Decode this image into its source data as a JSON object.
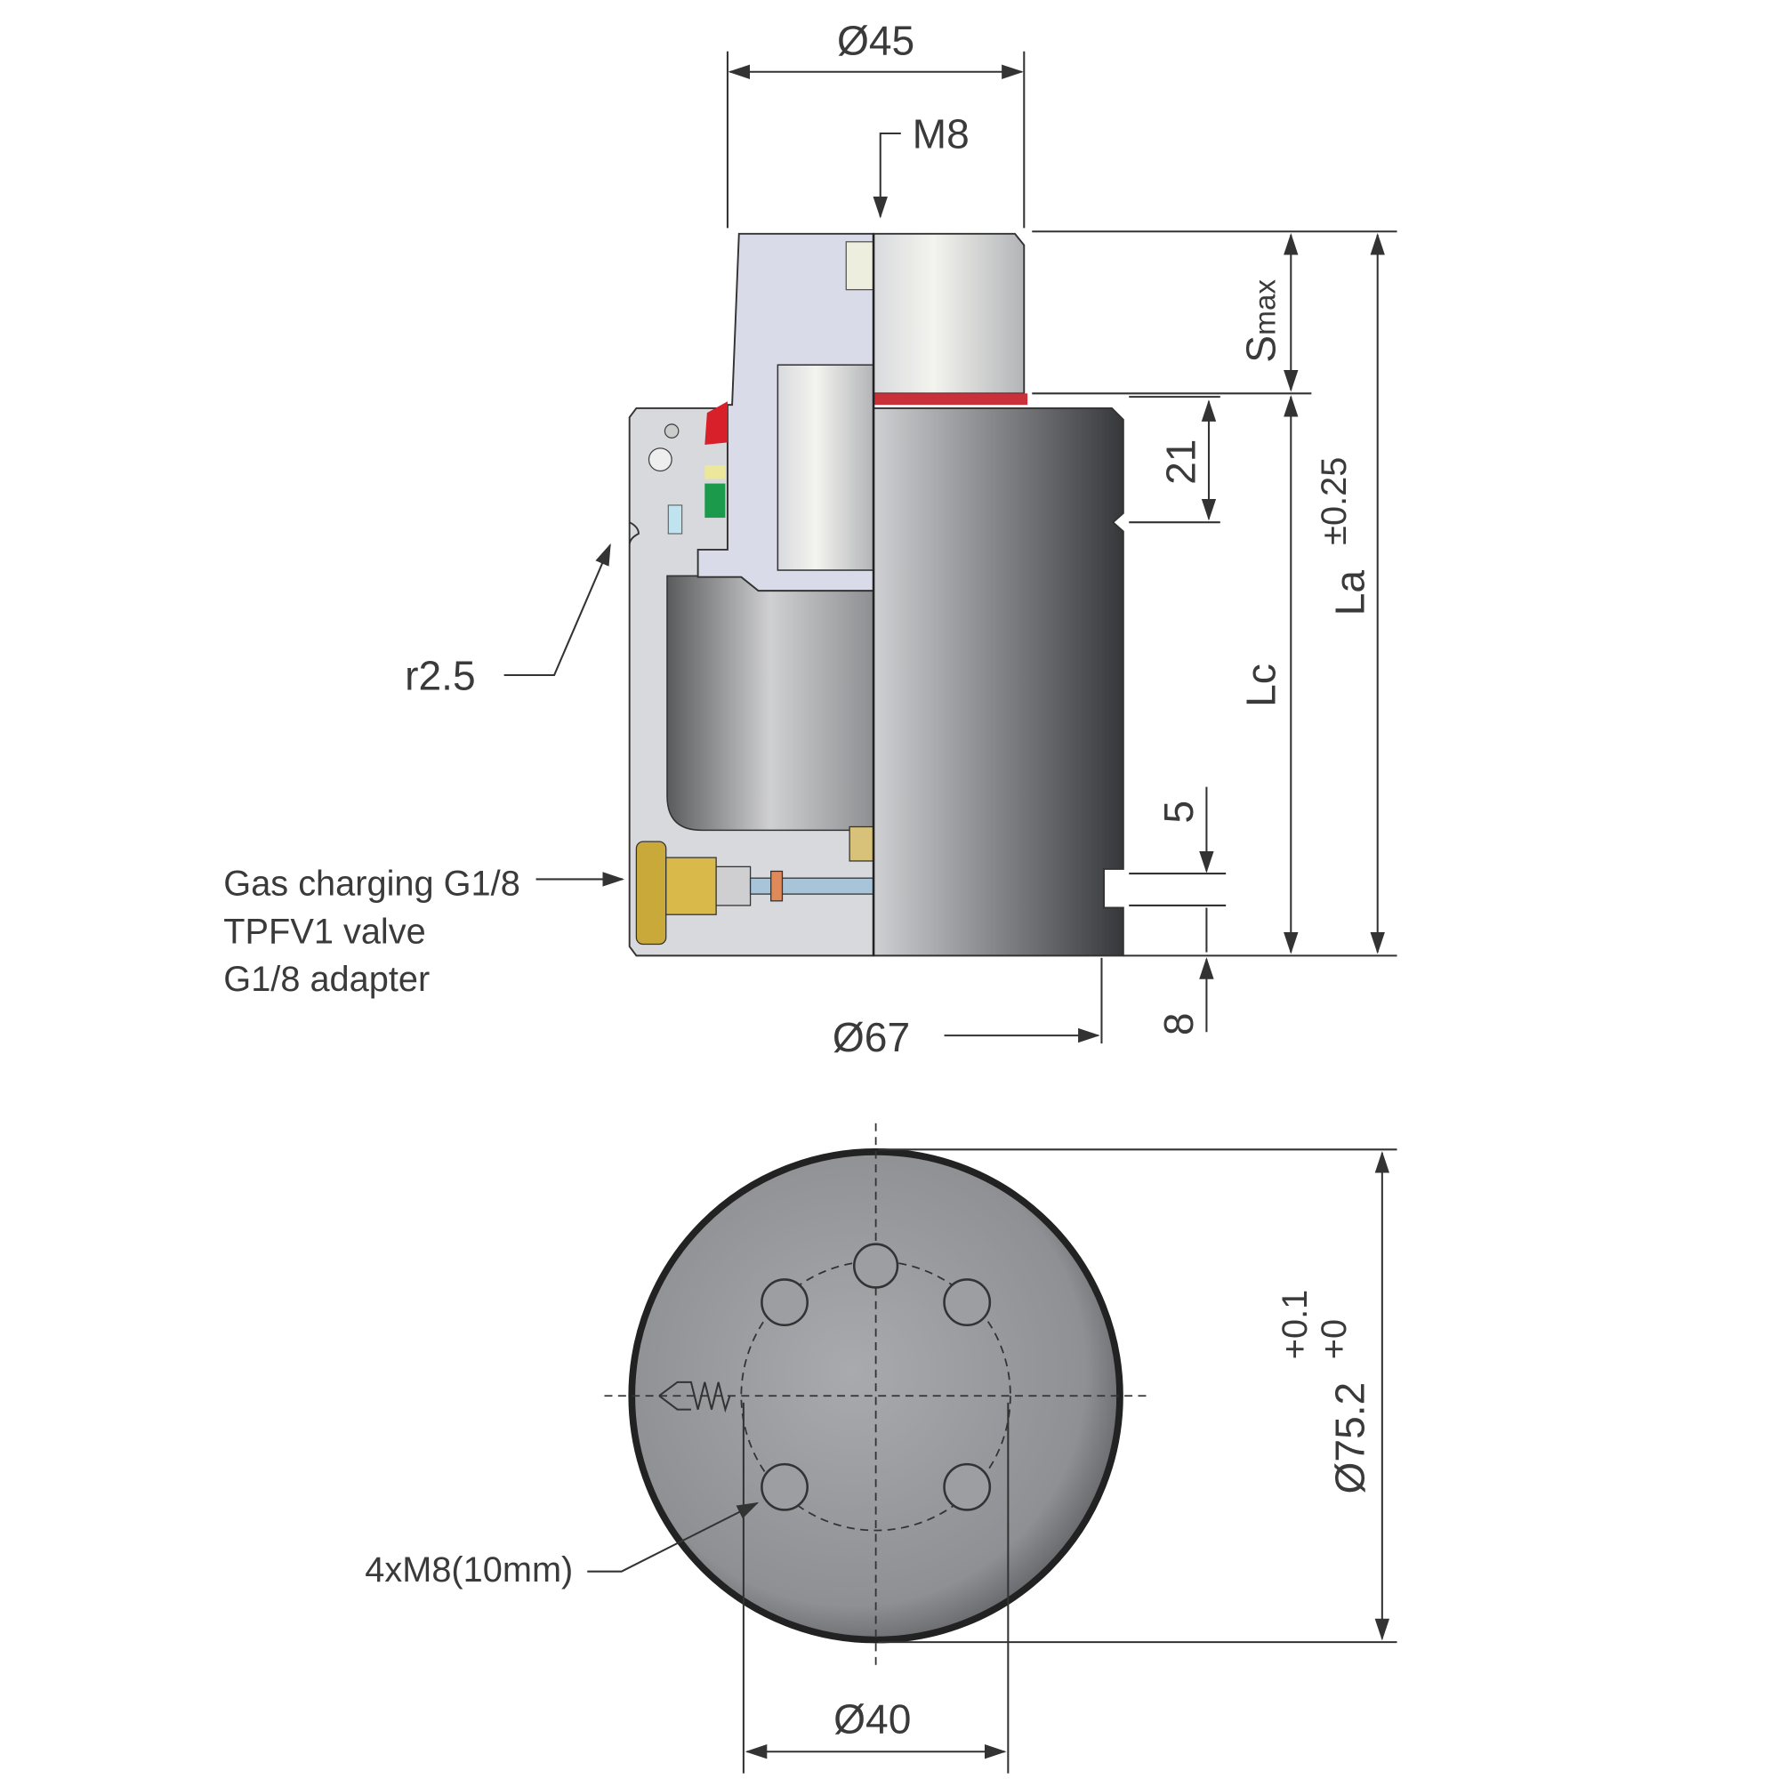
{
  "side_view": {
    "dim_top_diameter": "Ø45",
    "dim_thread": "M8",
    "dim_stroke": "S",
    "dim_stroke_sub": "max",
    "dim_length": "La",
    "dim_length_tol": "±0.25",
    "dim_lc": "Lc",
    "dim_groove_top": "21",
    "dim_groove_bottom": "5",
    "dim_bottom_offset": "8",
    "dim_body_diameter": "Ø67",
    "radius_label": "r2.5",
    "valve_labels": [
      "Gas charging G1/8",
      "TPFV1 valve",
      "G1/8 adapter"
    ]
  },
  "bottom_view": {
    "dim_outer_diameter": "Ø75.2",
    "tol_upper": "+0.1",
    "tol_lower": "+0",
    "dim_bolt_circle": "Ø40",
    "holes_label": "4xM8(10mm)"
  },
  "colors": {
    "seal_red": "#d8202a",
    "seal_green": "#1a9a4a",
    "seal_yellow": "#ece79a",
    "seal_blue": "#bfe3ef",
    "brass": "#c9a93a"
  }
}
